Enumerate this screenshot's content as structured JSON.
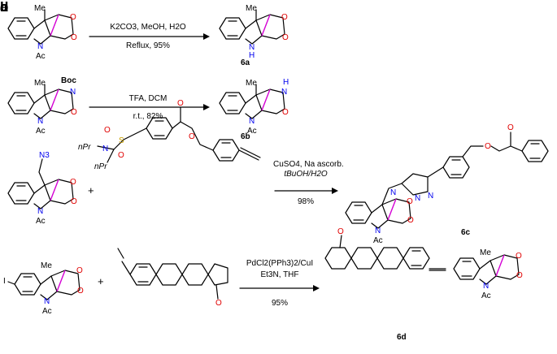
{
  "panels": [
    {
      "label": "a",
      "conditions": [
        "K2CO3, MeOH, H2O",
        "Reflux, 95%"
      ],
      "product": "6a"
    },
    {
      "label": "b",
      "conditions": [
        "TFA, DCM",
        "r.t., 82%"
      ],
      "product": "6b"
    },
    {
      "label": "c",
      "conditions": [
        "CuSO4, Na ascorb.",
        "tBuOH/H2O",
        "98%"
      ],
      "product": "6c"
    },
    {
      "label": "d",
      "conditions": [
        "PdCl2(PPh3)2/CuI",
        "Et3N, THF",
        "95%"
      ],
      "product": "6d"
    }
  ],
  "atoms": {
    "methyl": "Me",
    "acetyl": "Ac",
    "nitrogen": "N",
    "oxygen": "O",
    "amine": "H",
    "boc": "Boc",
    "azide": "N3",
    "sulfur": "S",
    "propyl": "nPr",
    "iodine": "I",
    "plus": "+"
  },
  "colors": {
    "nitrogen": "#0000ee",
    "oxygen": "#e00000",
    "sulfur": "#c9a000",
    "aminal_bond": "#d400d4",
    "bond": "#000000"
  }
}
